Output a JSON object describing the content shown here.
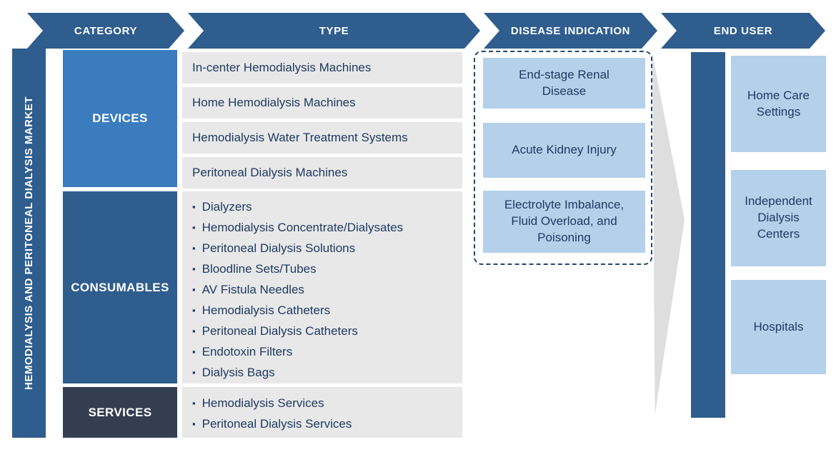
{
  "market_title": "HEMODIALYSIS AND PERITONEAL DIALYSIS MARKET",
  "header": {
    "columns": [
      "CATEGORY",
      "TYPE",
      "DISEASE INDICATION",
      "END USER"
    ]
  },
  "categories": [
    {
      "label": "DEVICES"
    },
    {
      "label": "CONSUMABLES"
    },
    {
      "label": "SERVICES"
    }
  ],
  "types": {
    "devices": [
      "In-center Hemodialysis Machines",
      "Home Hemodialysis Machines",
      "Hemodialysis Water Treatment Systems",
      "Peritoneal Dialysis Machines"
    ],
    "consumables": [
      "Dialyzers",
      "Hemodialysis Concentrate/Dialysates",
      "Peritoneal Dialysis Solutions",
      "Bloodline Sets/Tubes",
      "AV Fistula Needles",
      "Hemodialysis Catheters",
      "Peritoneal Dialysis Catheters",
      "Endotoxin Filters",
      "Dialysis Bags"
    ],
    "services": [
      "Hemodialysis Services",
      "Peritoneal Dialysis Services"
    ]
  },
  "disease_indications": [
    "End-stage Renal Disease",
    "Acute Kidney Injury",
    "Electrolyte Imbalance, Fluid Overload, and Poisoning"
  ],
  "end_users": [
    "Home Care Settings",
    "Independent Dialysis Centers",
    "Hospitals"
  ],
  "colors": {
    "dark_blue": "#2E5D8E",
    "medium_blue": "#3A7CBE",
    "slate": "#333F50",
    "light_blue": "#B4D0EA",
    "item_gray": "#E8E8E8",
    "arrow_gray": "#DEDEDE",
    "navy_text": "#1F3A63",
    "dashed_border": "#24476F"
  }
}
